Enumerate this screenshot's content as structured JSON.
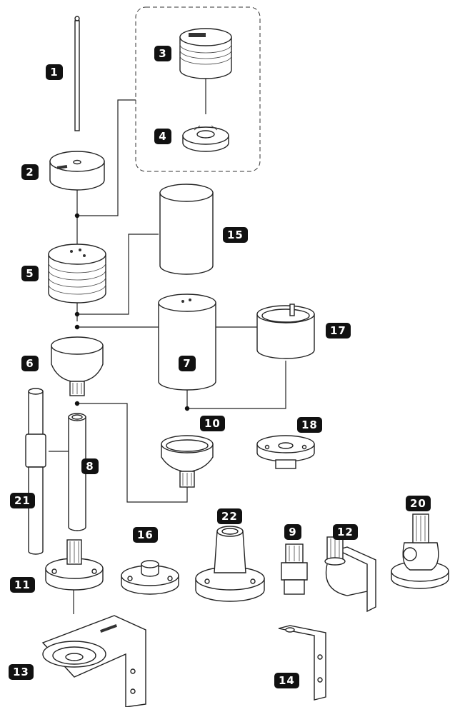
{
  "callouts": {
    "c1": "1",
    "c2": "2",
    "c3": "3",
    "c4": "4",
    "c5": "5",
    "c6": "6",
    "c7": "7",
    "c8": "8",
    "c9": "9",
    "c10": "10",
    "c11": "11",
    "c12": "12",
    "c13": "13",
    "c14": "14",
    "c15": "15",
    "c16": "16",
    "c17": "17",
    "c18": "18",
    "c20": "20",
    "c21": "21",
    "c22": "22"
  }
}
